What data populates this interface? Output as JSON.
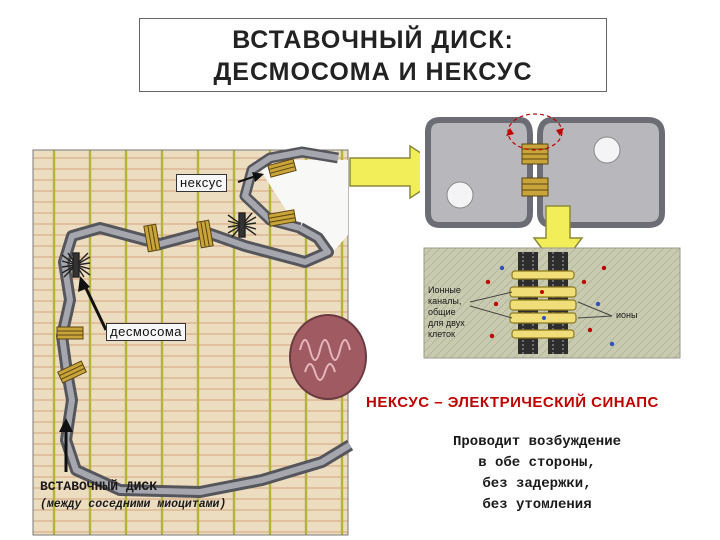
{
  "title": {
    "line1": "ВСТАВОЧНЫЙ ДИСК:",
    "line2": "ДЕСМОСОМА И НЕКСУС"
  },
  "labels": {
    "nexus": "нексус",
    "desmosome": "десмосома",
    "ion_channels": [
      "Ионные",
      "каналы,",
      "общие",
      "для двух",
      "клеток"
    ],
    "ions": "ионы"
  },
  "nexus_caption": "НЕКСУС – ЭЛЕКТРИЧЕСКИЙ СИНАПС",
  "properties": [
    "Проводит возбуждение",
    "в обе стороны,",
    "без задержки,",
    "без утомления"
  ],
  "disk": {
    "title": "ВСТАВОЧНЫЙ ДИСК",
    "subtitle": "(между соседними миоцитами)"
  },
  "colors": {
    "arrow_fill": "#f2ee5a",
    "arrow_stroke": "#8a8a3a",
    "membrane": "#8d8d95",
    "sarcomere_bg": "#ecdcc0",
    "z_line": "#b4b43a",
    "mitochondrion": "#a05a62",
    "nexus_title": "#c00000"
  }
}
